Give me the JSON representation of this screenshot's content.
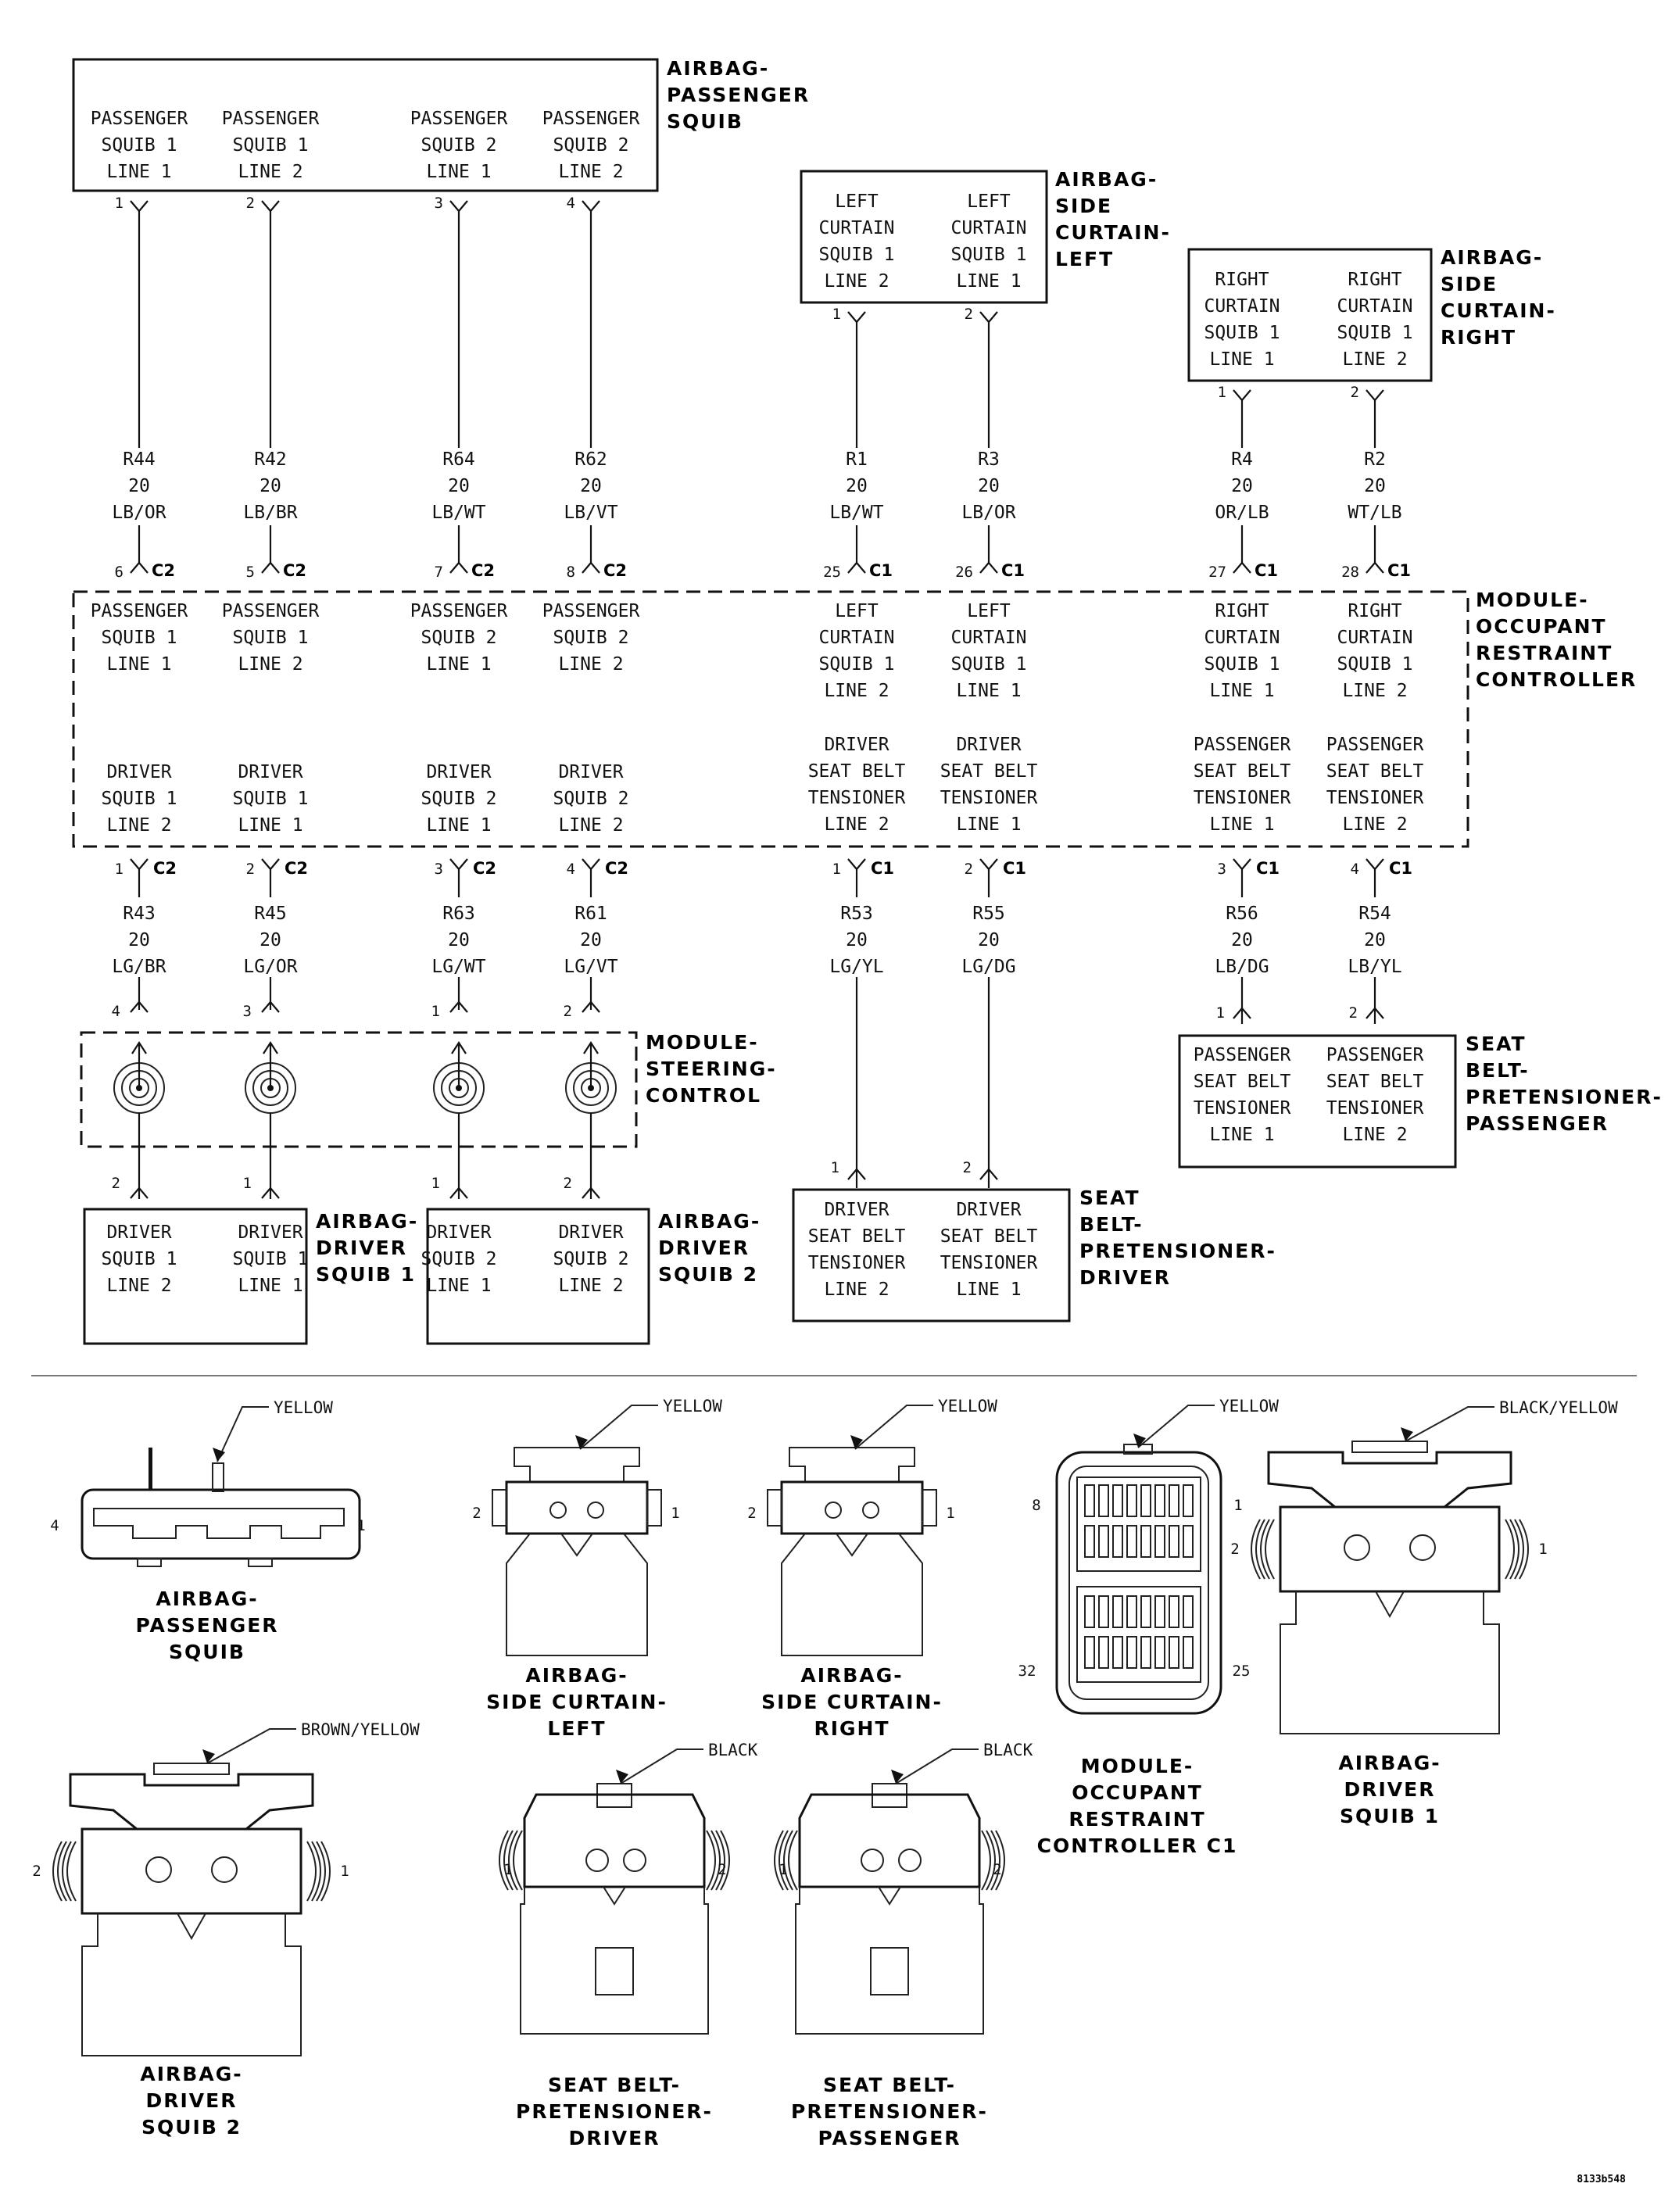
{
  "components": {
    "passenger_squib": {
      "title": [
        "AIRBAG-",
        "PASSENGER",
        "SQUIB"
      ],
      "pins": [
        {
          "pin": "1",
          "label": [
            "PASSENGER",
            "SQUIB 1",
            "LINE 1"
          ]
        },
        {
          "pin": "2",
          "label": [
            "PASSENGER",
            "SQUIB 1",
            "LINE 2"
          ]
        },
        {
          "pin": "3",
          "label": [
            "PASSENGER",
            "SQUIB 2",
            "LINE 1"
          ]
        },
        {
          "pin": "4",
          "label": [
            "PASSENGER",
            "SQUIB 2",
            "LINE 2"
          ]
        }
      ]
    },
    "side_curtain_left": {
      "title": [
        "AIRBAG-",
        "SIDE",
        "CURTAIN-",
        "LEFT"
      ],
      "pins": [
        {
          "pin": "1",
          "label": [
            "LEFT",
            "CURTAIN",
            "SQUIB 1",
            "LINE 2"
          ]
        },
        {
          "pin": "2",
          "label": [
            "LEFT",
            "CURTAIN",
            "SQUIB 1",
            "LINE 1"
          ]
        }
      ]
    },
    "side_curtain_right": {
      "title": [
        "AIRBAG-",
        "SIDE",
        "CURTAIN-",
        "RIGHT"
      ],
      "pins": [
        {
          "pin": "1",
          "label": [
            "RIGHT",
            "CURTAIN",
            "SQUIB 1",
            "LINE 1"
          ]
        },
        {
          "pin": "2",
          "label": [
            "RIGHT",
            "CURTAIN",
            "SQUIB 1",
            "LINE 2"
          ]
        }
      ]
    },
    "orc": {
      "title": [
        "MODULE-",
        "OCCUPANT",
        "RESTRAINT",
        "CONTROLLER"
      ],
      "upper_labels": [
        [
          "PASSENGER",
          "SQUIB 1",
          "LINE 1"
        ],
        [
          "PASSENGER",
          "SQUIB 1",
          "LINE 2"
        ],
        [
          "PASSENGER",
          "SQUIB 2",
          "LINE 1"
        ],
        [
          "PASSENGER",
          "SQUIB 2",
          "LINE 2"
        ],
        [
          "LEFT",
          "CURTAIN",
          "SQUIB 1",
          "LINE 2"
        ],
        [
          "LEFT",
          "CURTAIN",
          "SQUIB 1",
          "LINE 1"
        ],
        [
          "RIGHT",
          "CURTAIN",
          "SQUIB 1",
          "LINE 1"
        ],
        [
          "RIGHT",
          "CURTAIN",
          "SQUIB 1",
          "LINE 2"
        ]
      ],
      "lower_labels": [
        [
          "DRIVER",
          "SQUIB 1",
          "LINE 2"
        ],
        [
          "DRIVER",
          "SQUIB 1",
          "LINE 1"
        ],
        [
          "DRIVER",
          "SQUIB 2",
          "LINE 1"
        ],
        [
          "DRIVER",
          "SQUIB 2",
          "LINE 2"
        ],
        [
          "DRIVER",
          "SEAT BELT",
          "TENSIONER",
          "LINE 2"
        ],
        [
          "DRIVER",
          "SEAT BELT",
          "TENSIONER",
          "LINE 1"
        ],
        [
          "PASSENGER",
          "SEAT BELT",
          "TENSIONER",
          "LINE 1"
        ],
        [
          "PASSENGER",
          "SEAT BELT",
          "TENSIONER",
          "LINE 2"
        ]
      ],
      "upper_pins": [
        {
          "pin": "6",
          "conn": "C2"
        },
        {
          "pin": "5",
          "conn": "C2"
        },
        {
          "pin": "7",
          "conn": "C2"
        },
        {
          "pin": "8",
          "conn": "C2"
        },
        {
          "pin": "25",
          "conn": "C1"
        },
        {
          "pin": "26",
          "conn": "C1"
        },
        {
          "pin": "27",
          "conn": "C1"
        },
        {
          "pin": "28",
          "conn": "C1"
        }
      ],
      "lower_pins": [
        {
          "pin": "1",
          "conn": "C2"
        },
        {
          "pin": "2",
          "conn": "C2"
        },
        {
          "pin": "3",
          "conn": "C2"
        },
        {
          "pin": "4",
          "conn": "C2"
        },
        {
          "pin": "1",
          "conn": "C1"
        },
        {
          "pin": "2",
          "conn": "C1"
        },
        {
          "pin": "3",
          "conn": "C1"
        },
        {
          "pin": "4",
          "conn": "C1"
        }
      ]
    },
    "steering_control": {
      "title": [
        "MODULE-",
        "STEERING-",
        "CONTROL"
      ],
      "top_pins": [
        "4",
        "3",
        "1",
        "2"
      ],
      "bottom_pins": [
        "2",
        "1",
        "1",
        "2"
      ]
    },
    "driver_squib_1": {
      "title": [
        "AIRBAG-",
        "DRIVER",
        "SQUIB 1"
      ],
      "labels": [
        [
          "DRIVER",
          "SQUIB 1",
          "LINE 2"
        ],
        [
          "DRIVER",
          "SQUIB 1",
          "LINE 1"
        ]
      ]
    },
    "driver_squib_2": {
      "title": [
        "AIRBAG-",
        "DRIVER",
        "SQUIB 2"
      ],
      "labels": [
        [
          "DRIVER",
          "SQUIB 2",
          "LINE 1"
        ],
        [
          "DRIVER",
          "SQUIB 2",
          "LINE 2"
        ]
      ]
    },
    "pretensioner_driver": {
      "title": [
        "SEAT",
        "BELT-",
        "PRETENSIONER-",
        "DRIVER"
      ],
      "pins": [
        "1",
        "2"
      ],
      "labels": [
        [
          "DRIVER",
          "SEAT BELT",
          "TENSIONER",
          "LINE 2"
        ],
        [
          "DRIVER",
          "SEAT BELT",
          "TENSIONER",
          "LINE 1"
        ]
      ]
    },
    "pretensioner_passenger": {
      "title": [
        "SEAT",
        "BELT-",
        "PRETENSIONER-",
        "PASSENGER"
      ],
      "pins": [
        "1",
        "2"
      ],
      "labels": [
        [
          "PASSENGER",
          "SEAT BELT",
          "TENSIONER",
          "LINE 1"
        ],
        [
          "PASSENGER",
          "SEAT BELT",
          "TENSIONER",
          "LINE 2"
        ]
      ]
    }
  },
  "wires_upper": [
    {
      "circuit": "R44",
      "gauge": "20",
      "color": "LB/OR"
    },
    {
      "circuit": "R42",
      "gauge": "20",
      "color": "LB/BR"
    },
    {
      "circuit": "R64",
      "gauge": "20",
      "color": "LB/WT"
    },
    {
      "circuit": "R62",
      "gauge": "20",
      "color": "LB/VT"
    },
    {
      "circuit": "R1",
      "gauge": "20",
      "color": "LB/WT"
    },
    {
      "circuit": "R3",
      "gauge": "20",
      "color": "LB/OR"
    },
    {
      "circuit": "R4",
      "gauge": "20",
      "color": "OR/LB"
    },
    {
      "circuit": "R2",
      "gauge": "20",
      "color": "WT/LB"
    }
  ],
  "wires_lower": [
    {
      "circuit": "R43",
      "gauge": "20",
      "color": "LG/BR"
    },
    {
      "circuit": "R45",
      "gauge": "20",
      "color": "LG/OR"
    },
    {
      "circuit": "R63",
      "gauge": "20",
      "color": "LG/WT"
    },
    {
      "circuit": "R61",
      "gauge": "20",
      "color": "LG/VT"
    },
    {
      "circuit": "R53",
      "gauge": "20",
      "color": "LG/YL"
    },
    {
      "circuit": "R55",
      "gauge": "20",
      "color": "LG/DG"
    },
    {
      "circuit": "R56",
      "gauge": "20",
      "color": "LB/DG"
    },
    {
      "circuit": "R54",
      "gauge": "20",
      "color": "LB/YL"
    }
  ],
  "connector_views": [
    {
      "id": "passenger-squib",
      "color_label": "YELLOW",
      "pin_left": "4",
      "pin_right": "1",
      "caption": [
        "AIRBAG-",
        "PASSENGER",
        "SQUIB"
      ]
    },
    {
      "id": "curtain-left",
      "color_label": "YELLOW",
      "pin_left": "2",
      "pin_right": "1",
      "caption": [
        "AIRBAG-",
        "SIDE CURTAIN-",
        "LEFT"
      ]
    },
    {
      "id": "curtain-right",
      "color_label": "YELLOW",
      "pin_left": "2",
      "pin_right": "1",
      "caption": [
        "AIRBAG-",
        "SIDE CURTAIN-",
        "RIGHT"
      ]
    },
    {
      "id": "orc-c1",
      "color_label": "YELLOW",
      "pin_tl": "8",
      "pin_tr": "1",
      "pin_bl": "32",
      "pin_br": "25",
      "caption": [
        "MODULE-",
        "OCCUPANT",
        "RESTRAINT",
        "CONTROLLER C1"
      ]
    },
    {
      "id": "driver-squib-1",
      "color_label": "BLACK/YELLOW",
      "pin_left": "2",
      "pin_right": "1",
      "caption": [
        "AIRBAG-",
        "DRIVER",
        "SQUIB 1"
      ]
    },
    {
      "id": "driver-squib-2",
      "color_label": "BROWN/YELLOW",
      "pin_left": "2",
      "pin_right": "1",
      "caption": [
        "AIRBAG-",
        "DRIVER",
        "SQUIB 2"
      ]
    },
    {
      "id": "pretensioner-driver",
      "color_label": "BLACK",
      "pin_left": "1",
      "pin_right": "2",
      "caption": [
        "SEAT BELT-",
        "PRETENSIONER-",
        "DRIVER"
      ]
    },
    {
      "id": "pretensioner-passenger",
      "color_label": "BLACK",
      "pin_left": "1",
      "pin_right": "2",
      "caption": [
        "SEAT BELT-",
        "PRETENSIONER-",
        "PASSENGER"
      ]
    }
  ],
  "figure_code": "8133b548"
}
